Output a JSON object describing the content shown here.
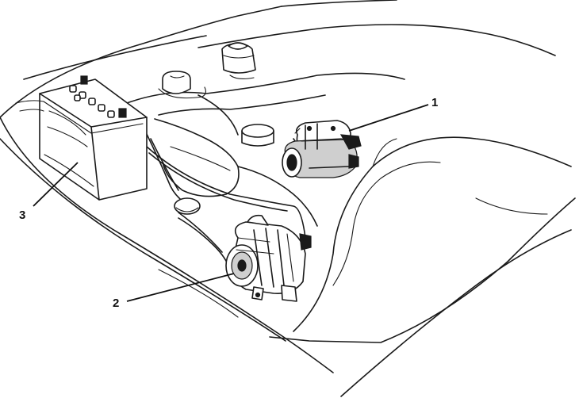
{
  "callouts": [
    {
      "id": "starter",
      "label": "1",
      "icon": "starter-motor"
    },
    {
      "id": "alternator",
      "label": "2",
      "icon": "alternator"
    },
    {
      "id": "battery",
      "label": "3",
      "icon": "battery"
    }
  ]
}
